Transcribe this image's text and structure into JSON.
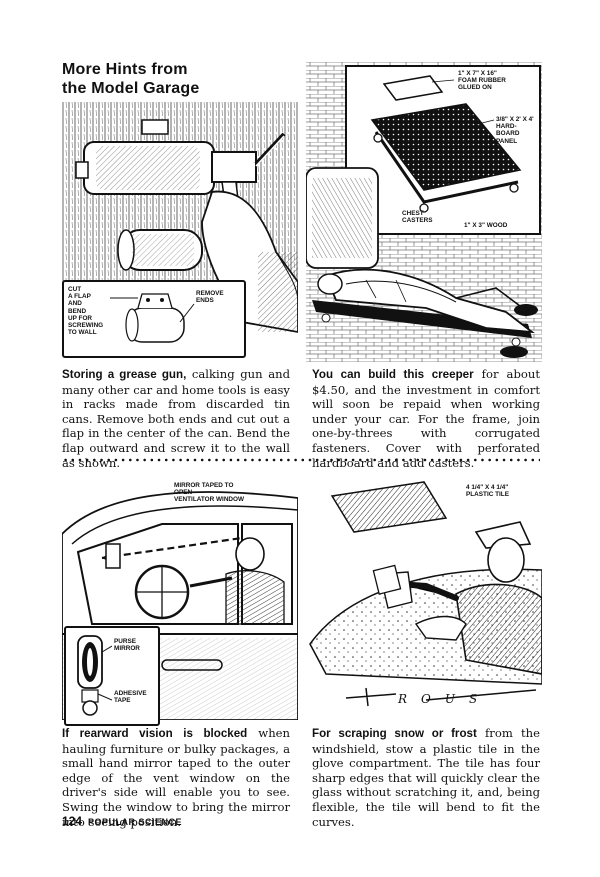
{
  "page_title": {
    "line1": "More Hints from",
    "line2": "the Model Garage"
  },
  "panels": {
    "grease_gun": {
      "callouts": {
        "cut_flap": [
          "CUT",
          "A FLAP",
          "AND",
          "BEND",
          "UP FOR",
          "SCREWING",
          "TO WALL"
        ],
        "remove_ends": [
          "REMOVE",
          "ENDS"
        ]
      },
      "caption_lead": "Storing a grease gun,",
      "caption_body": " calking gun and many other car and home tools is easy in racks made from discarded tin cans. Remove both ends and cut out a flap in the center of the can. Bend the flap outward and screw it to the wall as shown."
    },
    "creeper": {
      "callouts": {
        "foam": [
          "1\" x 7\" x 16\"",
          "FOAM RUBBER",
          "GLUED ON"
        ],
        "hardboard": [
          "3/8\" x 2' x 4'",
          "HARD-",
          "BOARD",
          "PANEL"
        ],
        "casters": [
          "CHEST",
          "CASTERS"
        ],
        "wood": "1\" x 3\" WOOD"
      },
      "caption_lead": "You can build this creeper",
      "caption_body": " for about $4.50, and the investment in comfort will soon be repaid when working under your car. For the frame, join one-by-threes with corrugated fasteners. Cover with perforated hardboard and add casters."
    },
    "rearward_vision": {
      "callouts": {
        "mirror_taped": [
          "MIRROR TAPED TO",
          "OPEN",
          "VENTILATOR WINDOW"
        ],
        "purse_mirror": [
          "PURSE",
          "MIRROR"
        ],
        "adhesive_tape": [
          "ADHESIVE",
          "TAPE"
        ]
      },
      "caption_lead": "If rearward vision is blocked",
      "caption_body": " when hauling furniture or bulky packages, a small hand mirror taped to the outer edge of the vent window on the driver's side will enable you to see. Swing the window to bring the mirror into seeing position."
    },
    "scraping": {
      "callouts": {
        "tile": [
          "4 1/4\" x 4 1/4\"",
          "PLASTIC TILE"
        ]
      },
      "artist_signature": "ROUS",
      "caption_lead": "For scraping snow or frost",
      "caption_body": " from the windshield, stow a plastic tile in the glove compartment. The tile has four sharp edges that will quickly clear the glass without scratching it, and, being flexible, the tile will bend to fit the curves."
    }
  },
  "footer": {
    "page_number": "124",
    "magazine": "POPULAR SCIENCE"
  }
}
